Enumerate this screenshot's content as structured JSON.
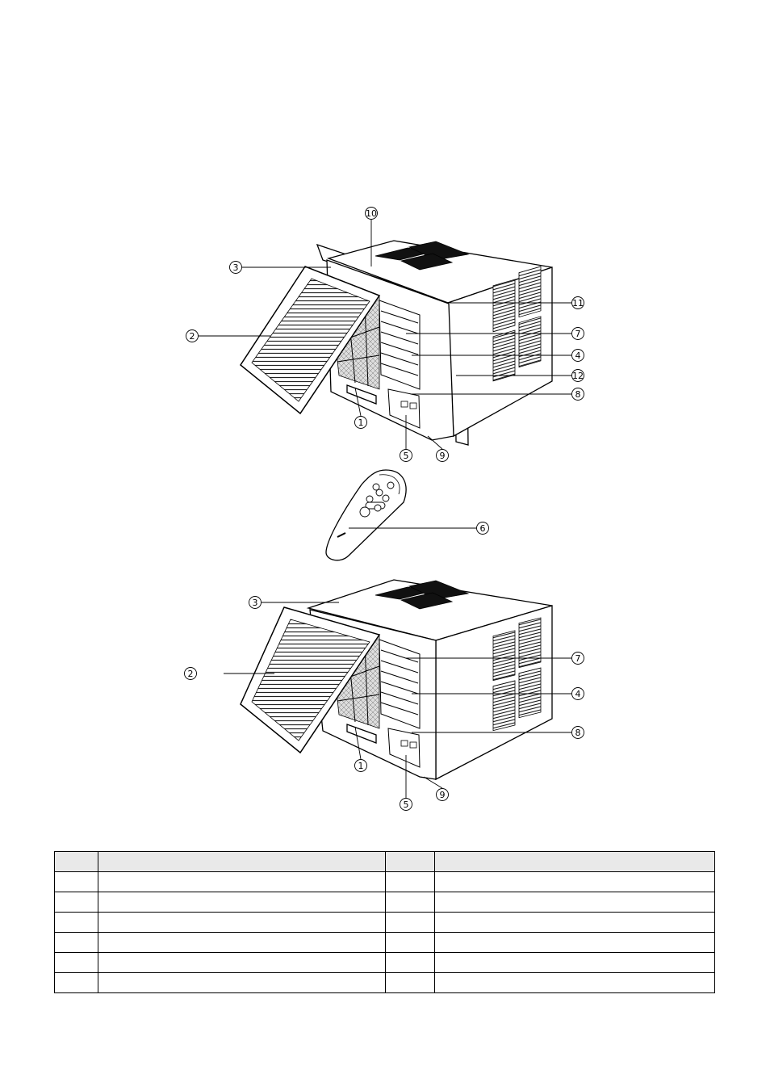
{
  "callouts": {
    "top": {
      "c10": "10",
      "c3": "3",
      "c2": "2",
      "c11": "11",
      "c7": "7",
      "c4": "4",
      "c12": "12",
      "c8": "8",
      "c1": "1",
      "c5": "5",
      "c9": "9"
    },
    "remote": {
      "c6": "6"
    },
    "bottom": {
      "c3": "3",
      "c2": "2",
      "c7": "7",
      "c4": "4",
      "c8": "8",
      "c1": "1",
      "c5": "5",
      "c9": "9"
    }
  },
  "table": {
    "headers": [
      "",
      "",
      "",
      ""
    ],
    "rows": [
      [
        "",
        "",
        "",
        ""
      ],
      [
        "",
        "",
        "",
        ""
      ],
      [
        "",
        "",
        "",
        ""
      ],
      [
        "",
        "",
        "",
        ""
      ],
      [
        "",
        "",
        "",
        ""
      ],
      [
        "",
        "",
        "",
        ""
      ]
    ]
  }
}
